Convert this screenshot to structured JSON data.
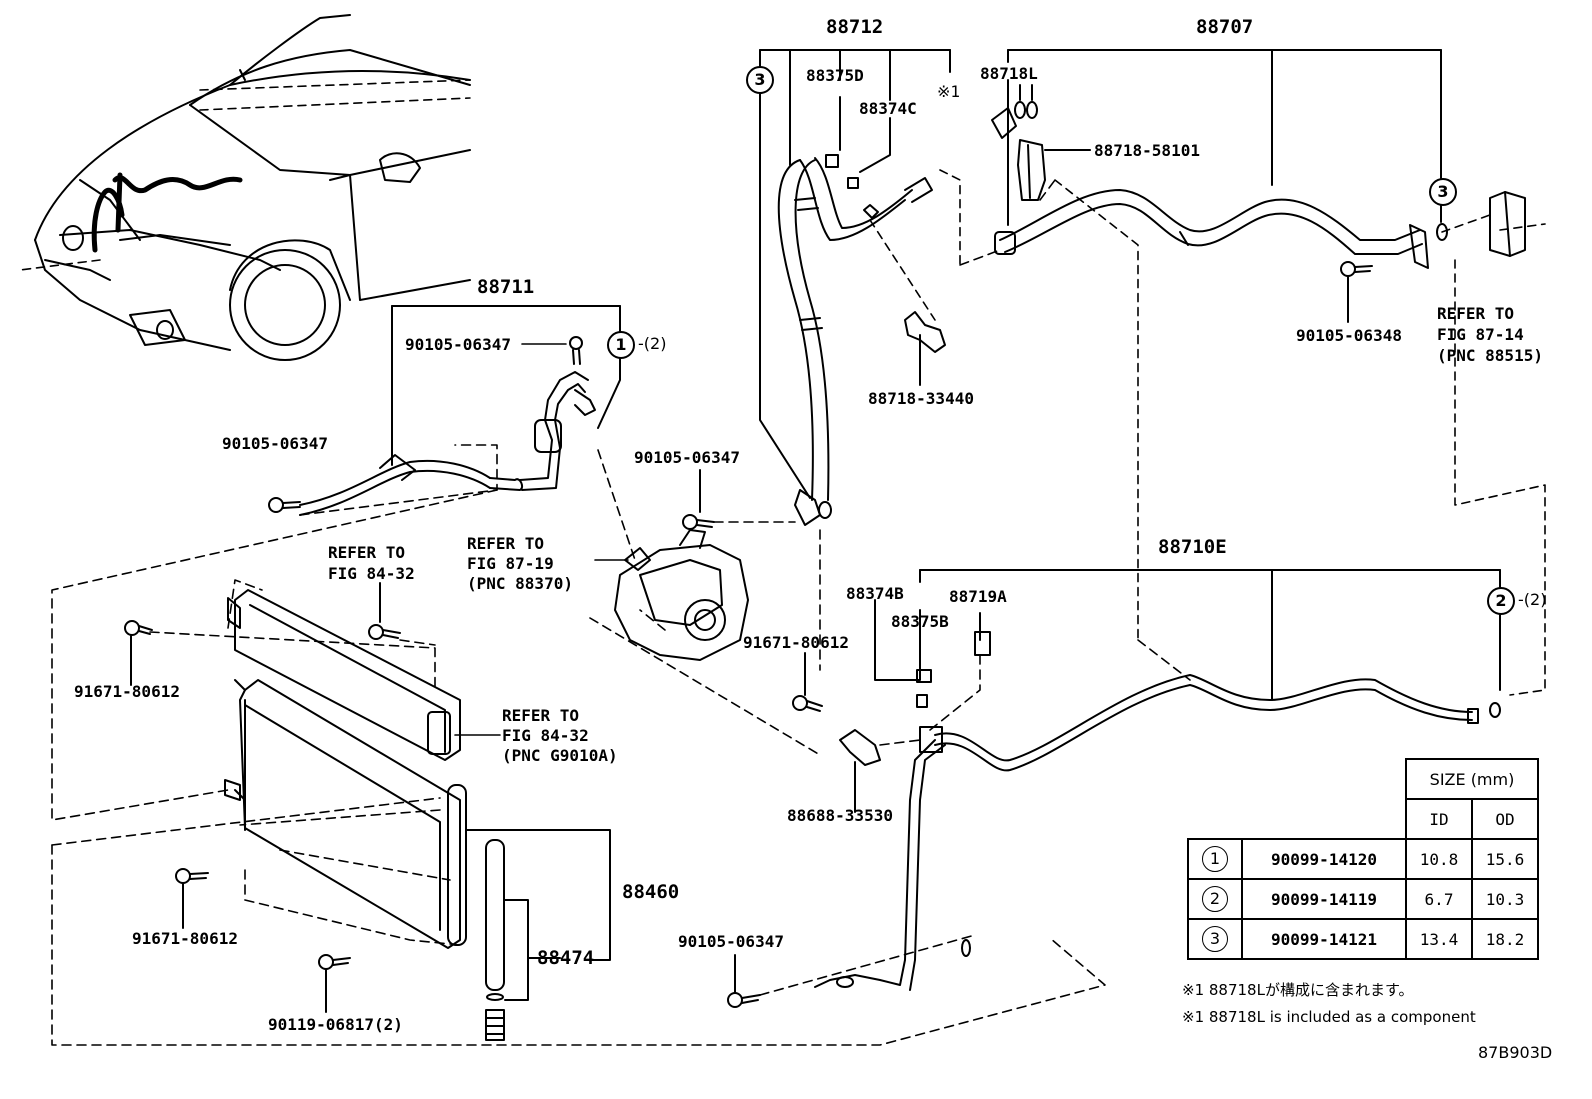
{
  "diagram_code": "87B903D",
  "callouts": {
    "p88712": "88712",
    "p88707": "88707",
    "p88375D": "88375D",
    "p88374C": "88374C",
    "star1": "※1",
    "p88718L": "88718L",
    "p88718_58101": "88718-58101",
    "p88711": "88711",
    "p90105_06347_a": "90105-06347",
    "p90105_06347_b": "90105-06347",
    "p90105_06347_c": "90105-06347",
    "p90105_06347_d": "90105-06347",
    "p90105_06348": "90105-06348",
    "p88718_33440": "88718-33440",
    "p88710E": "88710E",
    "p88374B": "88374B",
    "p88375B": "88375B",
    "p88719A": "88719A",
    "p91671_80612_a": "91671-80612",
    "p91671_80612_b": "91671-80612",
    "p91671_80612_c": "91671-80612",
    "p88688_33530": "88688-33530",
    "p88460": "88460",
    "p88474": "88474",
    "p90119_06817": "90119-06817(2)"
  },
  "refers": {
    "ref_87_14": [
      "REFER TO",
      "FIG 87-14",
      "(PNC 88515)"
    ],
    "ref_87_19": [
      "REFER TO",
      "FIG 87-19",
      "(PNC 88370)"
    ],
    "ref_84_32_a": [
      "REFER TO",
      "FIG 84-32"
    ],
    "ref_84_32_b": [
      "REFER TO",
      "FIG 84-32",
      "(PNC G9010A)"
    ]
  },
  "markers": {
    "m3_left": "3",
    "m3_right": "3",
    "m1": "1",
    "m1_qty": "-(2)",
    "m2": "2",
    "m2_qty": "-(2)"
  },
  "size_table": {
    "header": "SIZE (mm)",
    "col_id": "ID",
    "col_od": "OD",
    "rows": [
      {
        "idx": "1",
        "part": "90099-14120",
        "id": "10.8",
        "od": "15.6"
      },
      {
        "idx": "2",
        "part": "90099-14119",
        "id": "6.7",
        "od": "10.3"
      },
      {
        "idx": "3",
        "part": "90099-14121",
        "id": "13.4",
        "od": "18.2"
      }
    ]
  },
  "notes": {
    "jp": "※1 88718Lが構成に含まれます。",
    "en": "※1 88718L is included as a component"
  }
}
